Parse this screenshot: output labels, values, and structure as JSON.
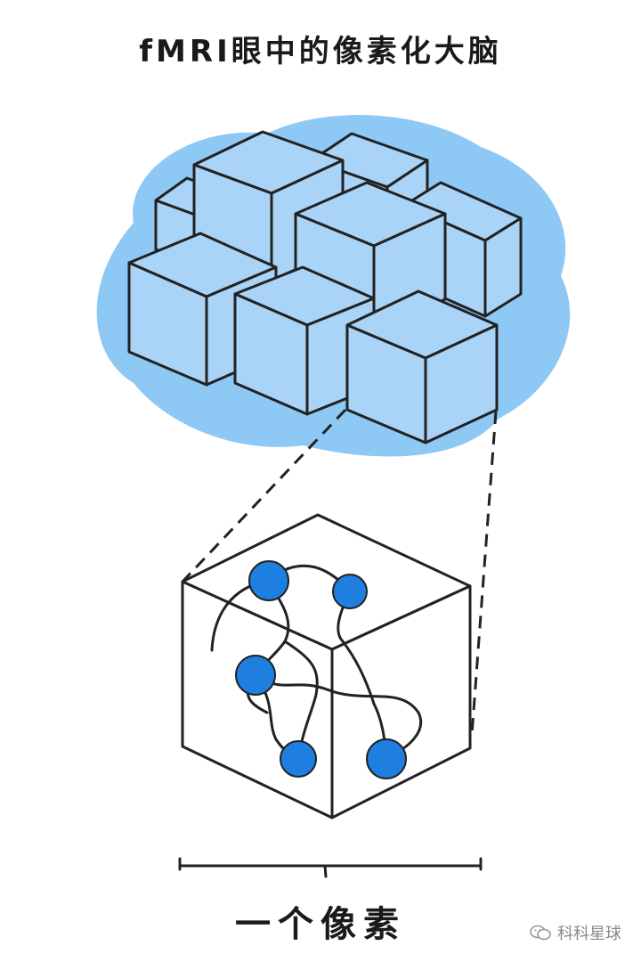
{
  "title": "fMRI眼中的像素化大脑",
  "pixel_label": "一个像素",
  "watermark": {
    "text": "科科星球",
    "icon": "wechat-icon"
  },
  "colors": {
    "brain_blob": "#8ec8f5",
    "cube_face": "#a9d4f7",
    "neuron": "#1e7fe0",
    "line": "#222222"
  }
}
